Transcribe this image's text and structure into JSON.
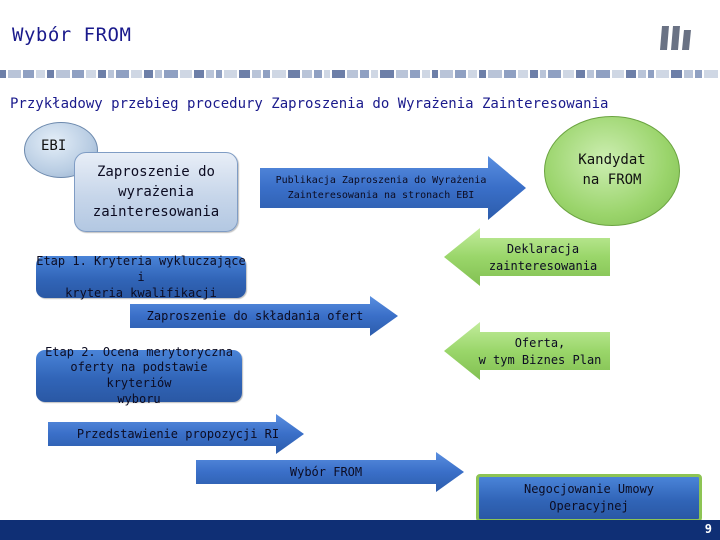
{
  "header": {
    "title": "Wybór FROM",
    "subtitle": "Przykładowy przebieg procedury Zaproszenia do Wyrażenia Zainteresowania"
  },
  "diagram": {
    "ebi": "EBI",
    "kandydat_line1": "Kandydat",
    "kandydat_line2": "na FROM",
    "box_zaproszenie_l1": "Zaproszenie do",
    "box_zaproszenie_l2": "wyrażenia",
    "box_zaproszenie_l3": "zainteresowania",
    "arrow_publikacja_l1": "Publikacja Zaproszenia do Wyrażenia",
    "arrow_publikacja_l2": "Zainteresowania na stronach EBI",
    "arrow_deklaracja_l1": "Deklaracja",
    "arrow_deklaracja_l2": "zainteresowania",
    "box_etap1_l1": "Etap 1. Kryteria wykluczające i",
    "box_etap1_l2": "kryteria kwalifikacji",
    "arrow_zaproszenie_oferty": "Zaproszenie do składania ofert",
    "arrow_oferta_l1": "Oferta,",
    "arrow_oferta_l2": "w tym Biznes Plan",
    "box_etap2_l1": "Etap 2. Ocena merytoryczna",
    "box_etap2_l2": "oferty  na podstawie kryteriów",
    "box_etap2_l3": "wyboru",
    "arrow_przedstawienie": "Przedstawienie propozycji RI",
    "arrow_wybor": "Wybór FROM",
    "box_negocjowanie_l1": "Negocjowanie Umowy",
    "box_negocjowanie_l2": "Operacyjnej"
  },
  "footer": {
    "page_number": "9"
  },
  "colors": {
    "title": "#1a1a8c",
    "arrow_blue": "#3a6fc8",
    "arrow_green": "#8fcf5e",
    "footer": "#0f2f75"
  }
}
